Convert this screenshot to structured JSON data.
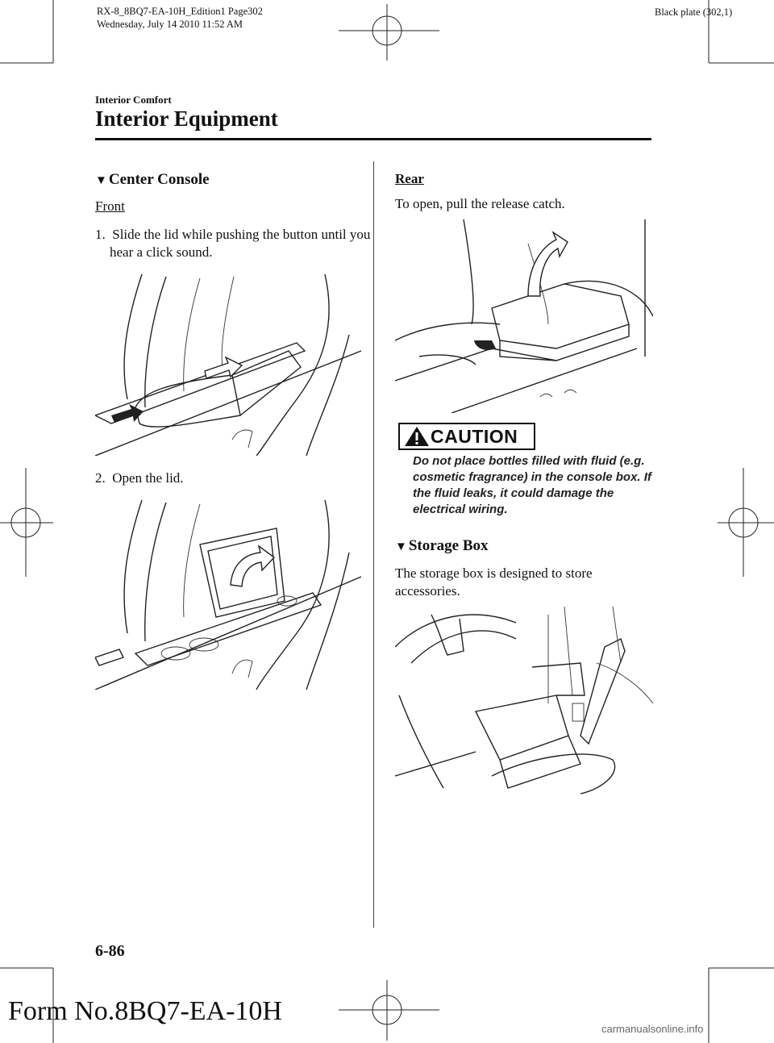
{
  "header": {
    "meta_line1": "RX-8_8BQ7-EA-10H_Edition1 Page302",
    "meta_line2": "Wednesday, July 14 2010 11:52 AM",
    "plate": "Black plate (302,1)"
  },
  "section": {
    "category": "Interior Comfort",
    "title": "Interior Equipment"
  },
  "center_console": {
    "heading": "Center Console",
    "front_label": "Front",
    "step1_num": "1.",
    "step1_text": "Slide the lid while pushing the button until you hear a click sound.",
    "step2_num": "2.",
    "step2_text": "Open the lid.",
    "rear_label": "Rear",
    "rear_text": "To open, pull the release catch."
  },
  "caution": {
    "label": "CAUTION",
    "text": "Do not place bottles filled with fluid (e.g. cosmetic fragrance) in the console box. If the fluid leaks, it could damage the electrical wiring."
  },
  "storage_box": {
    "heading": "Storage Box",
    "text": "The storage box is designed to store accessories."
  },
  "footer": {
    "page_number": "6-86",
    "form_number": "Form No.8BQ7-EA-10H",
    "watermark": "carmanualsonline.info"
  }
}
